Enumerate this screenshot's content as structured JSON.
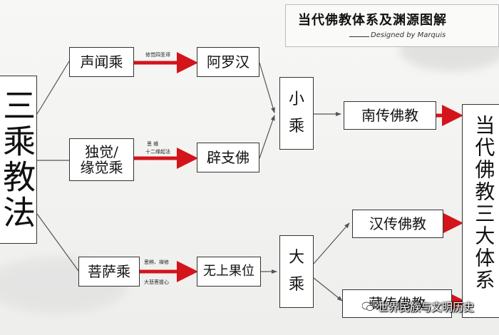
{
  "title": {
    "main": "当代佛教体系及渊源图解",
    "credit": "Designed by Marquis"
  },
  "root": {
    "label": "三乘教法"
  },
  "yana": [
    {
      "label": "声闻乘",
      "practice": "修觉四圣谛",
      "fruit": "阿罗汉"
    },
    {
      "label_line1": "独觉/",
      "label_line2": "缘觉乘",
      "practice_line1": "思 维",
      "practice_line2": "十二缘起法",
      "fruit": "辟支佛"
    },
    {
      "label": "菩萨乘",
      "practice_line1": "思辨、禅修",
      "practice_line2": "大悲菩提心",
      "fruit": "无上果位"
    }
  ],
  "vehicles": [
    {
      "char1": "小",
      "char2": "乘"
    },
    {
      "char1": "大",
      "char2": "乘"
    }
  ],
  "traditions": [
    "南传佛教",
    "汉传佛教",
    "藏传佛教"
  ],
  "summary": {
    "text": "当代佛教三大体系"
  },
  "watermark": "世界民族与文明历史",
  "colors": {
    "arrow": "#d4141b",
    "line": "#555555",
    "box_border": "#333333"
  }
}
